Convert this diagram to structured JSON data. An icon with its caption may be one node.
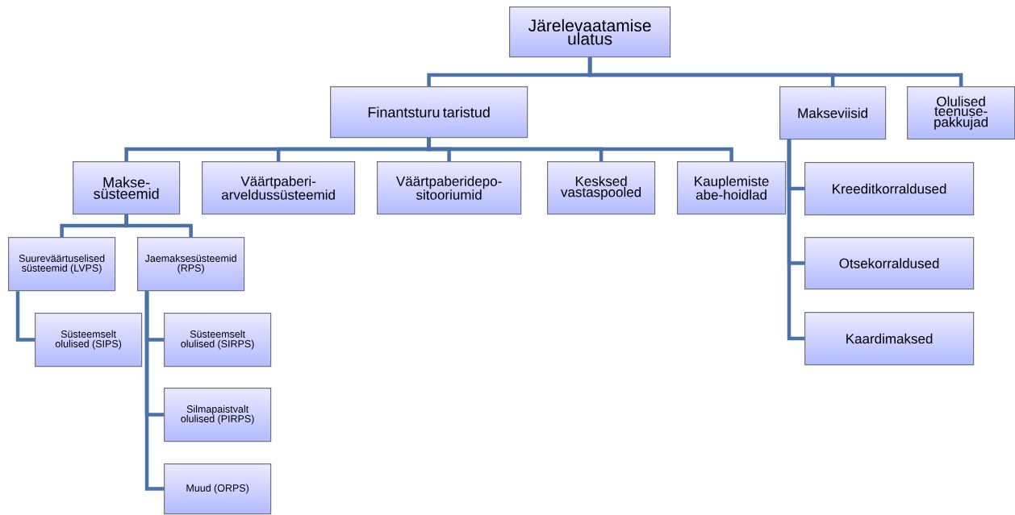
{
  "diagram": {
    "nodes": [
      {
        "text": [
          "Järelevaatamise ulatus"
        ]
      },
      {
        "text": [
          "Finantsturu taristud"
        ]
      },
      {
        "text": [
          "Makseviisid"
        ]
      },
      {
        "text": [
          "Olulised teenuse-pakkujad"
        ]
      },
      {
        "text": [
          "Makse-süsteemid"
        ]
      },
      {
        "text": [
          "Väärtpaberi-arveldussüsteemid"
        ]
      },
      {
        "text": [
          "Väärtpaberidepo-sitooriumid"
        ]
      },
      {
        "text": [
          "Kesksed vastaspooled"
        ]
      },
      {
        "text": [
          "Kauplemiste abe-hoidlad"
        ]
      },
      {
        "text": [
          "Kreeditkorraldused"
        ]
      },
      {
        "text": [
          "Otsekorraldused"
        ]
      },
      {
        "text": [
          "Kaardimaksed"
        ]
      },
      {
        "text": [
          "Suureväärtuselised süsteemid (LVPS)"
        ]
      },
      {
        "text": [
          "Jaemaksesüsteemid (RPS)"
        ]
      },
      {
        "text": [
          "Süsteemselt olulised (SIPS)"
        ]
      },
      {
        "text": [
          "Süsteemselt olulised (SIRPS)"
        ]
      },
      {
        "text": [
          "Silmapaistvalt olulised (PIRPS)"
        ]
      },
      {
        "text": [
          "Muud (ORPS)"
        ]
      }
    ],
    "edges": [
      {
        "from": 0,
        "to": 1,
        "arrow": "none"
      },
      {
        "from": 0,
        "to": 2,
        "arrow": "none"
      },
      {
        "from": 0,
        "to": 3,
        "arrow": "none"
      },
      {
        "from": 1,
        "to": 4,
        "arrow": "none"
      },
      {
        "from": 1,
        "to": 5,
        "arrow": "none"
      },
      {
        "from": 1,
        "to": 6,
        "arrow": "none"
      },
      {
        "from": 1,
        "to": 7,
        "arrow": "none"
      },
      {
        "from": 1,
        "to": 8,
        "arrow": "none"
      },
      {
        "from": 2,
        "to": 9,
        "arrow": "none"
      },
      {
        "from": 2,
        "to": 10,
        "arrow": "none"
      },
      {
        "from": 2,
        "to": 11,
        "arrow": "none"
      },
      {
        "from": 4,
        "to": 12,
        "arrow": "none"
      },
      {
        "from": 4,
        "to": 13,
        "arrow": "none"
      },
      {
        "from": 12,
        "to": 14,
        "arrow": "none"
      },
      {
        "from": 13,
        "to": 15,
        "arrow": "none"
      },
      {
        "from": 13,
        "to": 16,
        "arrow": "none"
      },
      {
        "from": 13,
        "to": 17,
        "arrow": "none"
      }
    ]
  }
}
